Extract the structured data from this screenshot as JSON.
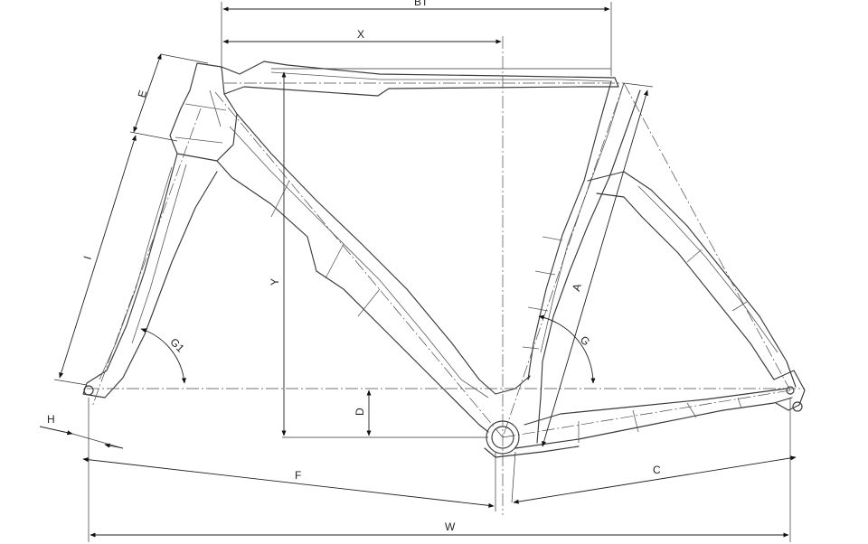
{
  "labels": {
    "bt": "BT",
    "x": "X",
    "e": "E",
    "i": "I",
    "y": "Y",
    "a": "A",
    "g1": "G1",
    "g": "G",
    "h": "H",
    "d": "D",
    "f": "F",
    "c": "C",
    "w": "W"
  },
  "colors": {
    "line": "#3a3a3a",
    "dimension": "#222222",
    "background": "#ffffff"
  }
}
